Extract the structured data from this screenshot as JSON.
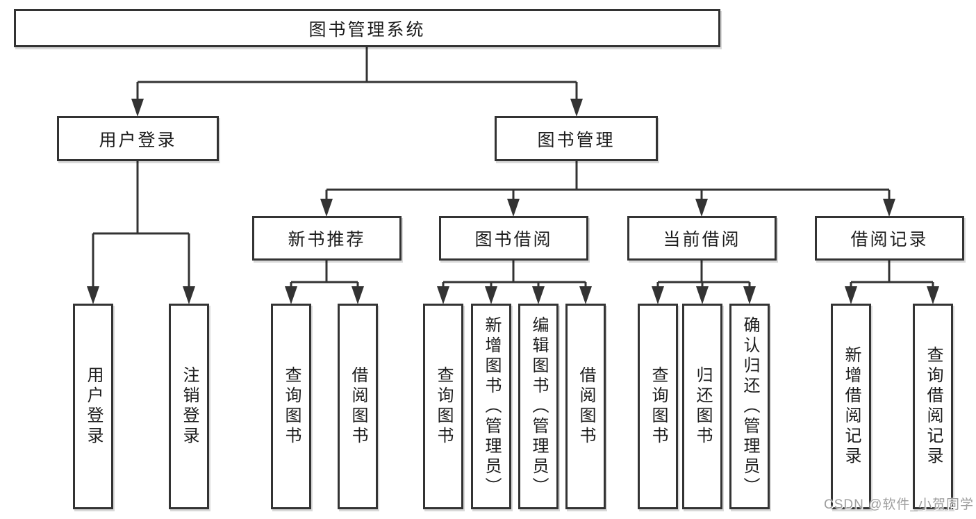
{
  "diagram": {
    "title": "图书管理系统",
    "nodes": {
      "root": "图书管理系统",
      "user_login": "用户登录",
      "book_mgmt": "图书管理",
      "login": "用户登录",
      "logout": "注销登录",
      "new_book_rec": "新书推荐",
      "book_borrow": "图书借阅",
      "current_borrow": "当前借阅",
      "borrow_record": "借阅记录",
      "query_book_1": "查询图书",
      "borrow_book_1": "借阅图书",
      "query_book_2": "查询图书",
      "add_book": "新增图书（管理员）",
      "edit_book": "编辑图书（管理员）",
      "borrow_book_2": "借阅图书",
      "query_book_3": "查询图书",
      "return_book": "归还图书",
      "confirm_return": "确认归还（管理员）",
      "add_borrow_record": "新增借阅记录",
      "query_borrow_record": "查询借阅记录"
    },
    "line_color": "#333333"
  },
  "watermark": {
    "text": "CSDN @软件_小贺同学"
  }
}
